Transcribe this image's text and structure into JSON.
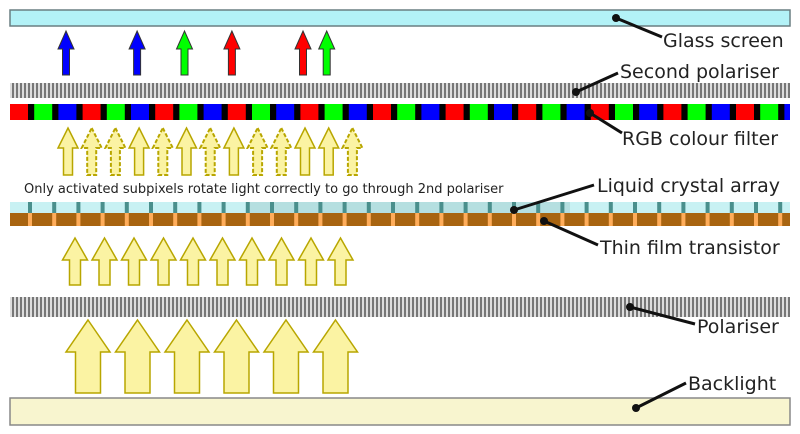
{
  "labels": {
    "glass_screen": "Glass screen",
    "second_polariser": "Second polariser",
    "rgb_filter": "RGB colour filter",
    "liquid_crystal": "Liquid crystal array",
    "tft": "Thin film transistor",
    "polariser": "Polariser",
    "backlight": "Backlight"
  },
  "note": "Only activated subpixels rotate light correctly to go through 2nd polariser",
  "colors": {
    "red": "#ff0000",
    "green": "#00ff00",
    "blue": "#0000ff",
    "glass": "#b3f2f7",
    "lc": "#c8f1f3",
    "lc_tick": "#4a8f8c",
    "tft": "#a86410",
    "tft_tick": "#ffad5a",
    "arrow_fill": "#fbf3a3",
    "arrow_stroke": "#b8a600",
    "backlight": "#f8f5cf"
  },
  "emitted_light": [
    "blue",
    "blue",
    "green",
    "red",
    "red",
    "green"
  ],
  "subpixel_states": [
    "on",
    "off",
    "off",
    "on",
    "off",
    "on",
    "off",
    "on",
    "off",
    "off",
    "on",
    "on",
    "off"
  ]
}
